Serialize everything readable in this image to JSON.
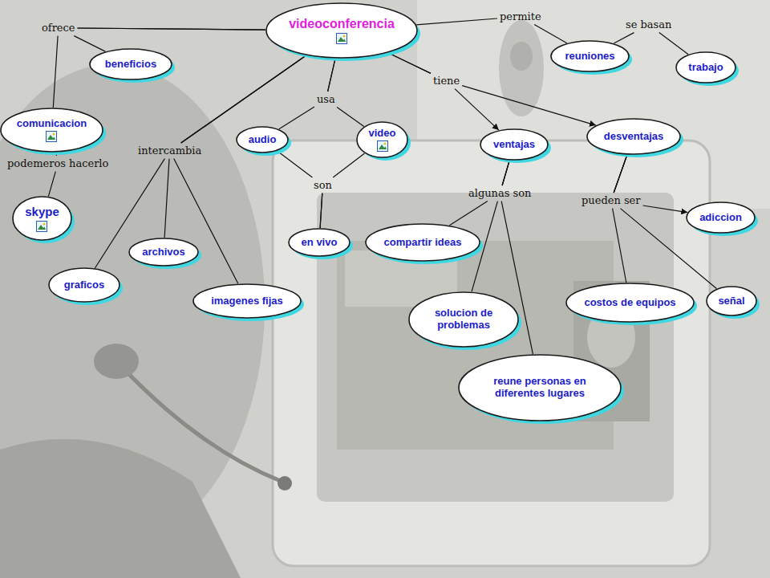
{
  "diagram": {
    "nodes": [
      {
        "text": [
          "videoconferencia"
        ]
      },
      {
        "text": [
          "beneficios"
        ]
      },
      {
        "text": [
          "comunicacion"
        ]
      },
      {
        "text": [
          "skype"
        ]
      },
      {
        "text": [
          "reuniones"
        ]
      },
      {
        "text": [
          "trabajo"
        ]
      },
      {
        "text": [
          "audio"
        ]
      },
      {
        "text": [
          "video"
        ]
      },
      {
        "text": [
          "en vivo"
        ]
      },
      {
        "text": [
          "archivos"
        ]
      },
      {
        "text": [
          "graficos"
        ]
      },
      {
        "text": [
          "imagenes fijas"
        ]
      },
      {
        "text": [
          "ventajas"
        ]
      },
      {
        "text": [
          "desventajas"
        ]
      },
      {
        "text": [
          "compartir ideas"
        ]
      },
      {
        "text": [
          "solucion de problemas"
        ]
      },
      {
        "text": [
          "reune personas en diferentes lugares"
        ]
      },
      {
        "text": [
          "adiccion"
        ]
      },
      {
        "text": [
          "costos de equipos"
        ]
      },
      {
        "text": [
          "señal"
        ]
      }
    ],
    "edges": [
      {
        "from": 0,
        "to": 1,
        "label": "ofrece",
        "arrow": "none"
      },
      {
        "from": 0,
        "to": 2,
        "arrow": "none"
      },
      {
        "from": 2,
        "to": 3,
        "label": "podemeros hacerlo",
        "arrow": "none"
      },
      {
        "from": 0,
        "to": 4,
        "label": "permite",
        "arrow": "none"
      },
      {
        "from": 4,
        "to": 5,
        "label": "se basan",
        "arrow": "none"
      },
      {
        "from": 0,
        "to": 6,
        "label": "usa",
        "arrow": "none"
      },
      {
        "from": 0,
        "to": 7,
        "arrow": "none"
      },
      {
        "from": 6,
        "to": 8,
        "label": "son",
        "arrow": "none"
      },
      {
        "from": 7,
        "to": 8,
        "arrow": "none"
      },
      {
        "from": 0,
        "to": 9,
        "label": "intercambia",
        "arrow": "none"
      },
      {
        "from": 0,
        "to": 10,
        "arrow": "none"
      },
      {
        "from": 0,
        "to": 11,
        "arrow": "none"
      },
      {
        "from": 0,
        "to": 12,
        "label": "tiene",
        "arrow": "to"
      },
      {
        "from": 0,
        "to": 13,
        "arrow": "to"
      },
      {
        "from": 12,
        "to": 14,
        "label": "algunas son",
        "arrow": "none"
      },
      {
        "from": 12,
        "to": 15,
        "arrow": "none"
      },
      {
        "from": 12,
        "to": 16,
        "arrow": "none"
      },
      {
        "from": 13,
        "to": 17,
        "label": "pueden ser",
        "arrow": "to"
      },
      {
        "from": 13,
        "to": 18,
        "arrow": "none"
      },
      {
        "from": 13,
        "to": 19,
        "arrow": "none"
      }
    ]
  }
}
